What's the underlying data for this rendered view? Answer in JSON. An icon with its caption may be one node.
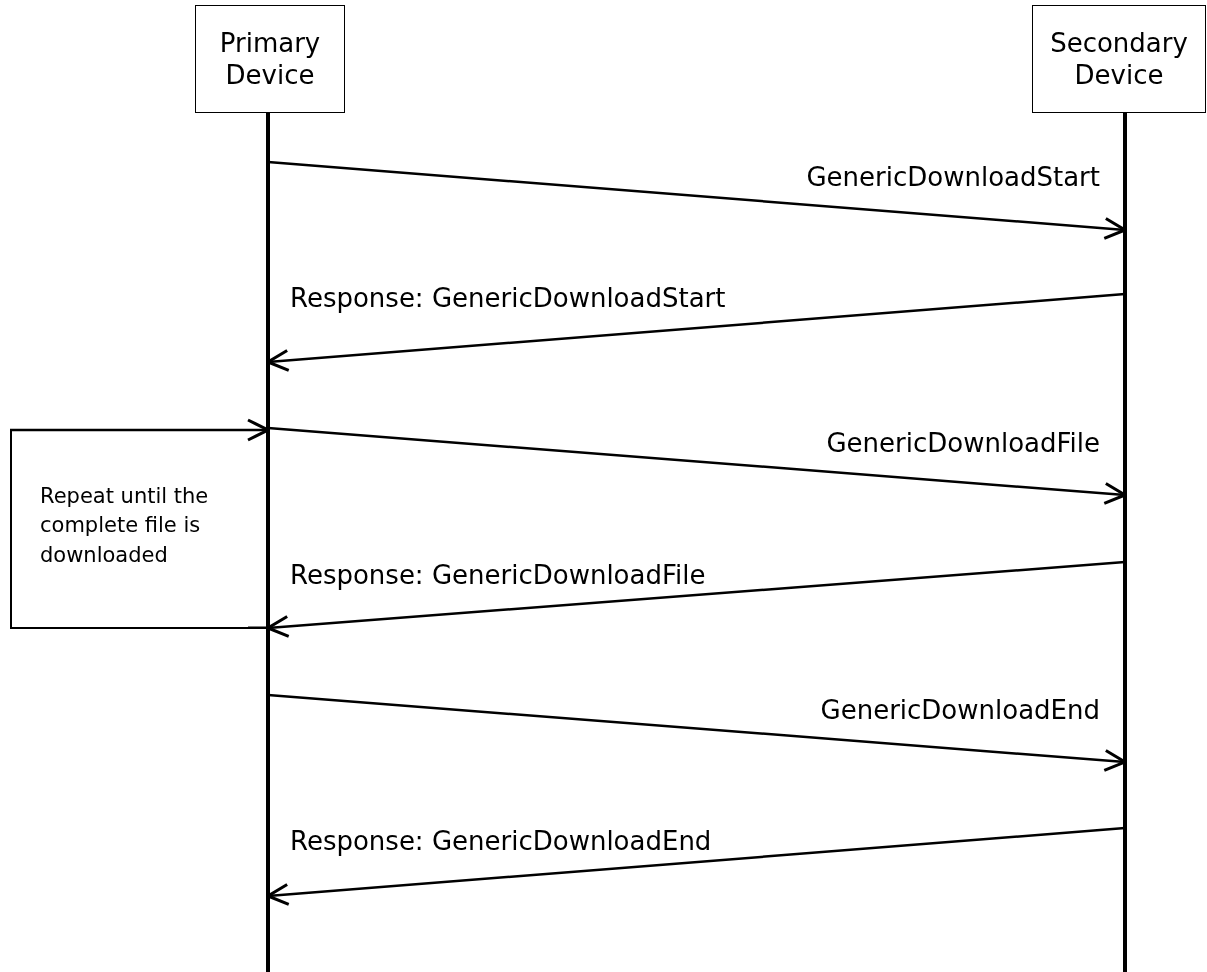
{
  "diagram": {
    "nodes": [
      {
        "text": [
          "Primary Device"
        ]
      },
      {
        "text": [
          "Secondary Device"
        ]
      },
      {
        "text": [
          "Repeat until the complete file is downloaded"
        ]
      }
    ],
    "edges": [
      {
        "from": 0,
        "to": 1,
        "arrow": "to",
        "label": "GenericDownloadStart"
      },
      {
        "from": 1,
        "to": 0,
        "arrow": "to",
        "label": "Response: GenericDownloadStart"
      },
      {
        "from": 2,
        "to": 0,
        "arrow": "to"
      },
      {
        "from": 0,
        "to": 1,
        "arrow": "to",
        "label": "GenericDownloadFile"
      },
      {
        "from": 1,
        "to": 0,
        "arrow": "to",
        "label": "Response: GenericDownloadFile"
      },
      {
        "from": 0,
        "to": 1,
        "arrow": "to",
        "label": "GenericDownloadEnd"
      },
      {
        "from": 1,
        "to": 0,
        "arrow": "to",
        "label": "Response: GenericDownloadEnd"
      }
    ]
  }
}
